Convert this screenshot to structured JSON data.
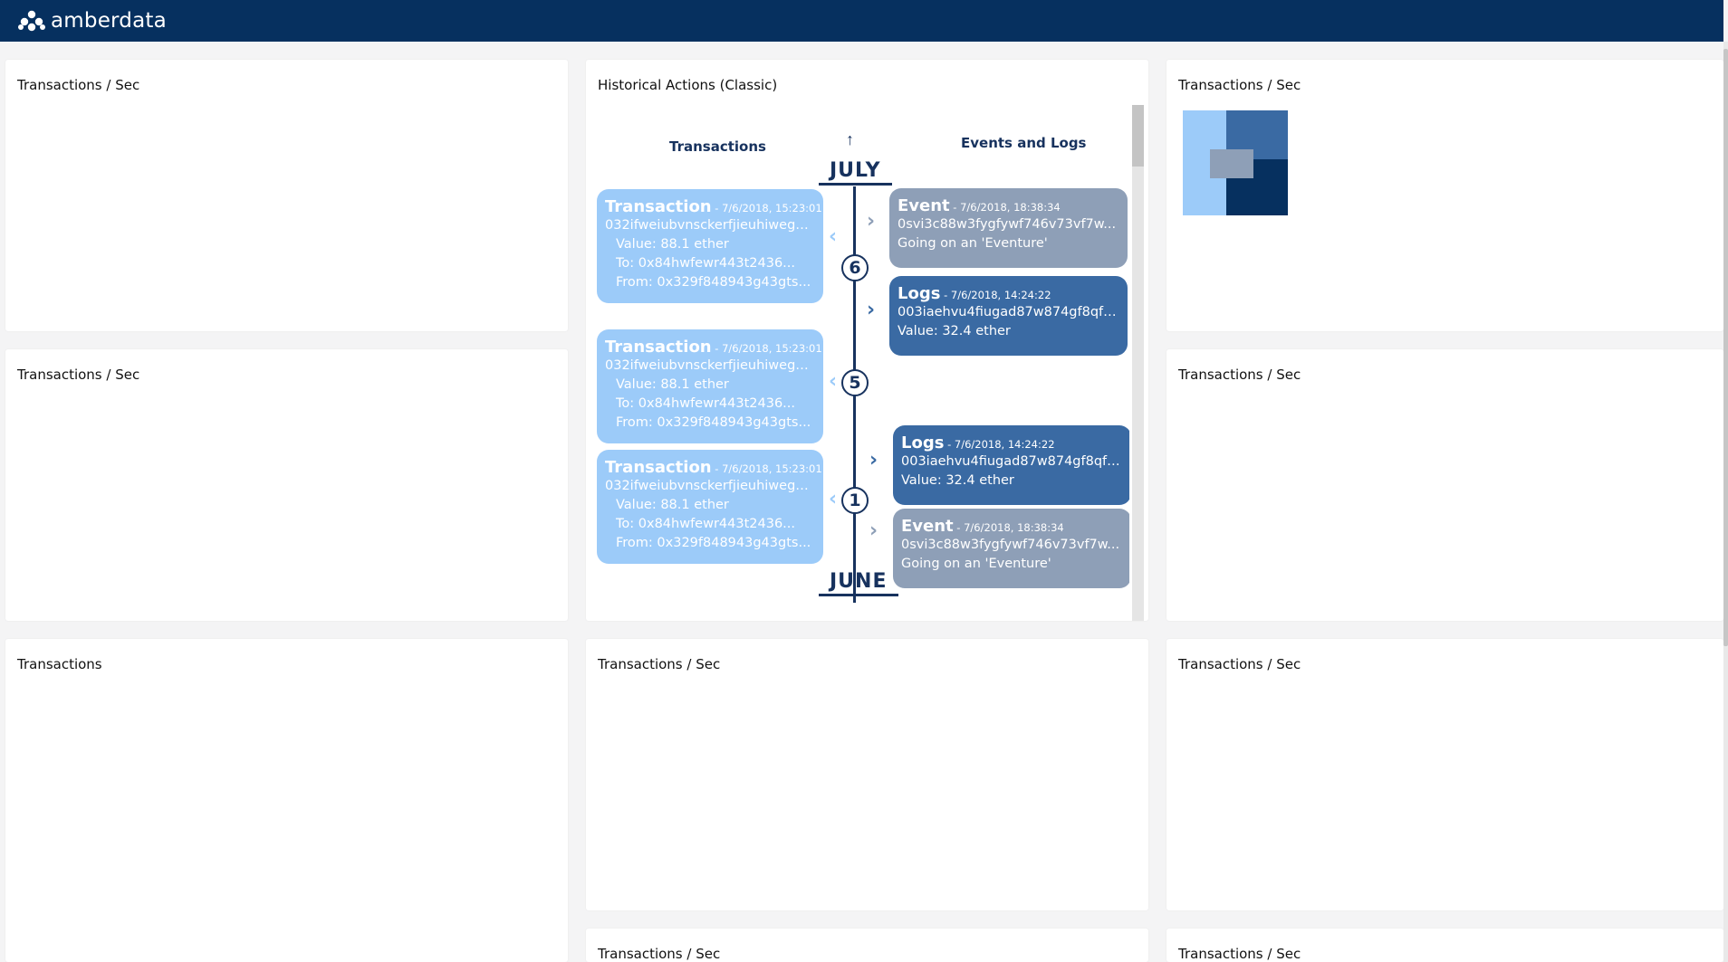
{
  "app": {
    "brand": "amberdata",
    "colors": {
      "header_bg": "#06305f",
      "transaction_card": "#9ccbf9",
      "event_card": "#8e9fb7",
      "logs_card": "#3a6aa3",
      "timeline_axis": "#17325e"
    }
  },
  "panels": {
    "p1": {
      "title": "Transactions / Sec"
    },
    "p2": {
      "title": "Historical Actions (Classic)"
    },
    "p3": {
      "title": "Transactions / Sec"
    },
    "p4": {
      "title": "Transactions / Sec"
    },
    "p5": {
      "title": "Transactions / Sec"
    },
    "p6": {
      "title": "Transactions"
    },
    "p7": {
      "title": "Transactions / Sec"
    },
    "p8": {
      "title": "Transactions / Sec"
    },
    "p9": {
      "title": "Transactions / Sec"
    },
    "p10": {
      "title": "Transactions / Sec"
    }
  },
  "timeline": {
    "left_heading": "Transactions",
    "right_heading": "Events and Logs",
    "month_top": "JULY",
    "month_bottom": "JUNE",
    "nodes": [
      "6",
      "5",
      "1"
    ],
    "transactions": [
      {
        "type": "Transaction",
        "time": " - 7/6/2018, 15:23:01",
        "hash": "032ifweiubvnsckerfjieuhiwegw...",
        "value": "Value: 88.1 ether",
        "to": "To: 0x84hwfewr443t2436...",
        "from": "From: 0x329f848943g43gts..."
      },
      {
        "type": "Transaction",
        "time": " - 7/6/2018, 15:23:01",
        "hash": "032ifweiubvnsckerfjieuhiwegw...",
        "value": "Value: 88.1 ether",
        "to": "To: 0x84hwfewr443t2436...",
        "from": "From: 0x329f848943g43gts..."
      },
      {
        "type": "Transaction",
        "time": " - 7/6/2018, 15:23:01",
        "hash": "032ifweiubvnsckerfjieuhiwegw...",
        "value": "Value: 88.1 ether",
        "to": "To: 0x84hwfewr443t2436...",
        "from": "From: 0x329f848943g43gts..."
      }
    ],
    "events": [
      {
        "type": "Event",
        "time": " - 7/6/2018, 18:38:34",
        "hash": "0svi3c88w3fygfywf746v73vf7w...",
        "detail": "Going on an 'Eventure'"
      },
      {
        "type": "Logs",
        "time": " - 7/6/2018, 14:24:22",
        "hash": "003iaehvu4fiugad87w874gf8qfe...",
        "detail": "Value: 32.4 ether"
      },
      {
        "type": "Logs",
        "time": " - 7/6/2018, 14:24:22",
        "hash": "003iaehvu4fiugad87w874gf8qfe...",
        "detail": "Value: 32.4 ether"
      },
      {
        "type": "Event",
        "time": " - 7/6/2018, 18:38:34",
        "hash": "0svi3c88w3fygfywf746v73vf7w...",
        "detail": "Going on an 'Eventure'"
      }
    ]
  }
}
